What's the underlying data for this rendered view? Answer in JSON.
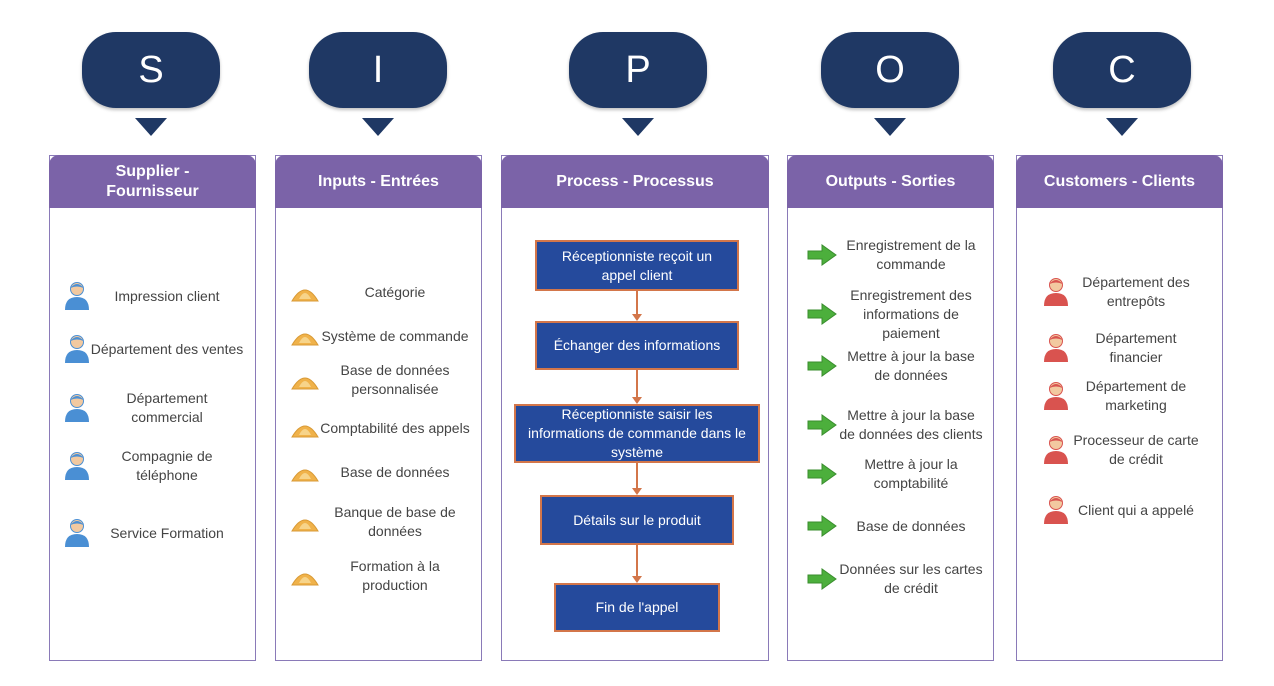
{
  "letters": [
    "S",
    "I",
    "P",
    "O",
    "C"
  ],
  "supplier": {
    "title": "Supplier - Fournisseur",
    "items": [
      "Impression client",
      "Département des ventes",
      "Département commercial",
      "Compagnie de téléphone",
      "Service Formation"
    ]
  },
  "inputs": {
    "title": "Inputs - Entrées",
    "items": [
      "Catégorie",
      "Système de commande",
      "Base de données personnalisée",
      "Comptabilité des appels",
      "Base de données",
      "Banque de base de données",
      "Formation à la production"
    ]
  },
  "process": {
    "title": "Process - Processus",
    "steps": [
      "Réceptionniste reçoit un appel client",
      "Échanger des informations",
      "Réceptionniste saisir les informations de commande dans le système",
      "Détails sur le produit",
      "Fin de l'appel"
    ]
  },
  "outputs": {
    "title": "Outputs - Sorties",
    "items": [
      "Enregistrement de la commande",
      "Enregistrement des informations de paiement",
      "Mettre à jour la base de données",
      "Mettre à jour la base de données des clients",
      "Mettre à jour la comptabilité",
      "Base de données",
      "Données sur les cartes de crédit"
    ]
  },
  "customers": {
    "title": "Customers - Clients",
    "items": [
      "Département des entrepôts",
      "Département financier",
      "Département de marketing",
      "Processeur de carte de crédit",
      "Client qui a appelé"
    ]
  },
  "colors": {
    "navy": "#1f3864",
    "purple": "#7b63a8",
    "process_blue": "#254a9c",
    "connector": "#d3764a",
    "arrow_green": "#4caf3c",
    "supplier_person": "#4a8fd4",
    "customer_person": "#d9534f",
    "triangle": "#f0b24a"
  }
}
